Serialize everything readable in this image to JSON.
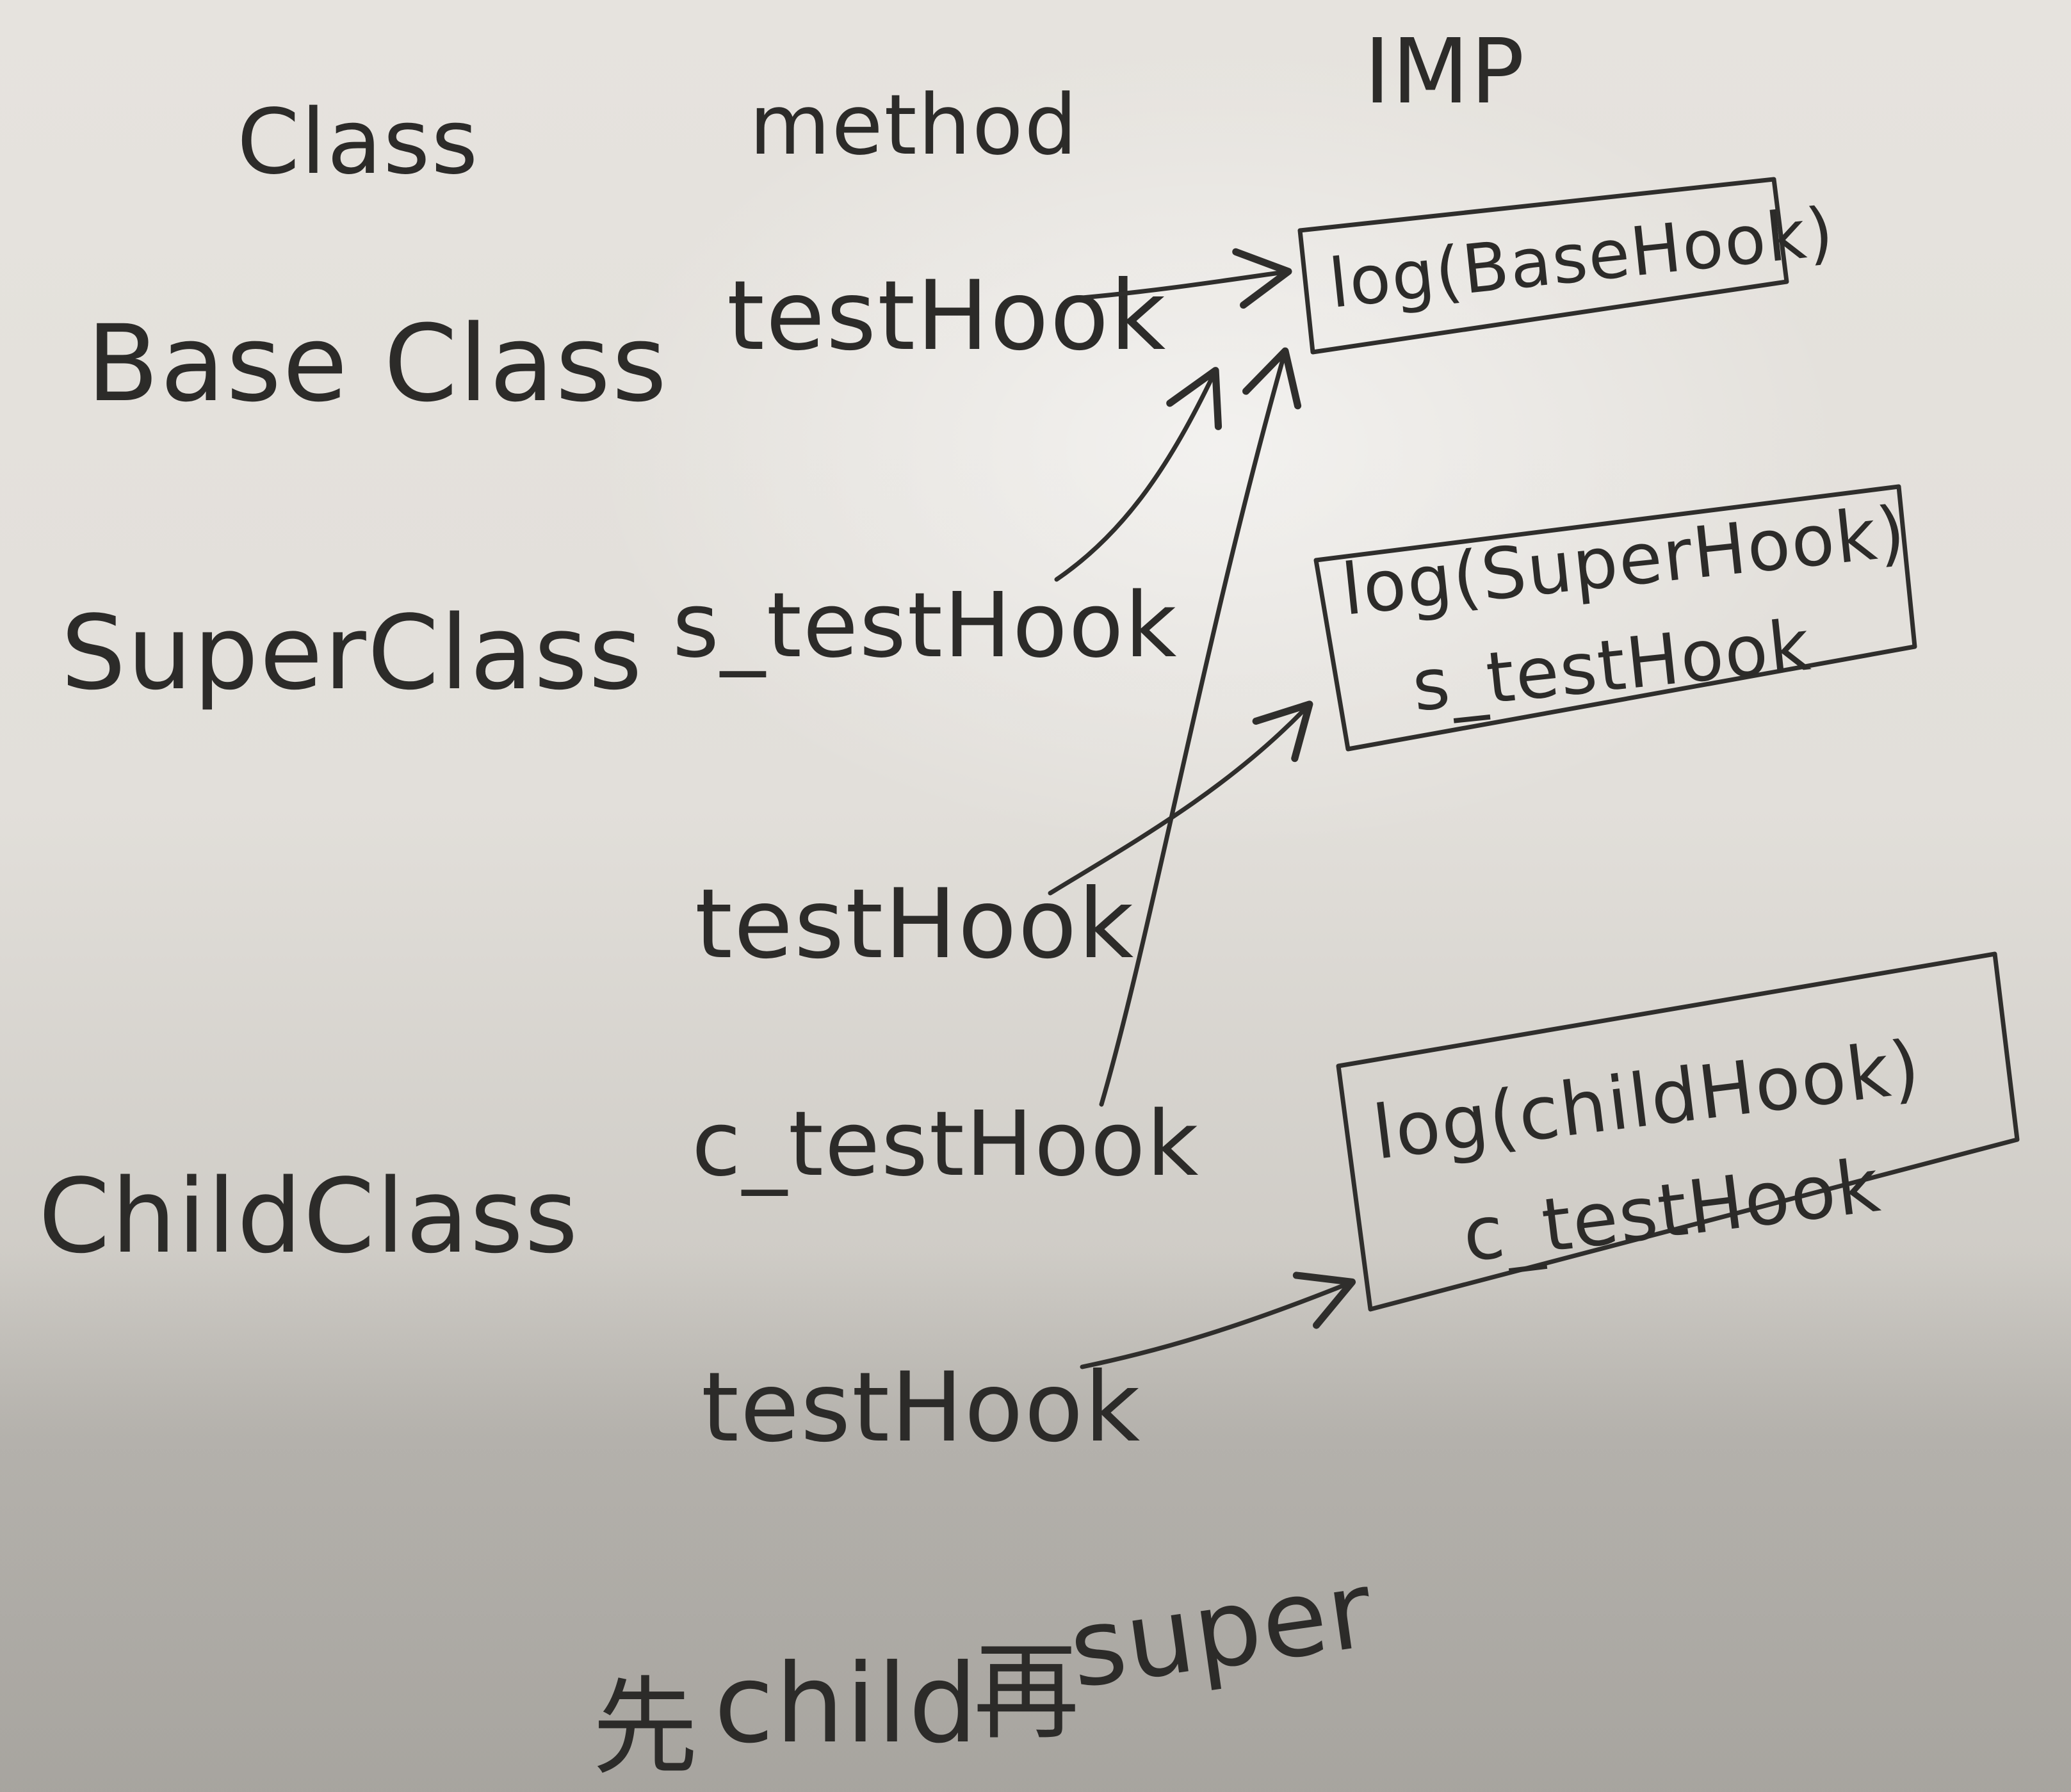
{
  "headers": {
    "class": "Class",
    "method": "method",
    "imp": "IMP"
  },
  "classes": {
    "base": "Base Class",
    "super": "SuperClass",
    "child": "ChildClass"
  },
  "methods": {
    "base_testhook": "testHook",
    "super_s_testhook": "s_testHook",
    "super_testhook": "testHook",
    "child_c_testhook": "c_testHook",
    "child_testhook": "testHook"
  },
  "imps": {
    "base": {
      "line1": "log(BaseHook)"
    },
    "super": {
      "line1": "log(SuperHook)",
      "line2": "s_testHook"
    },
    "child": {
      "line1": "log(childHook)",
      "line2": "c_testHook"
    }
  },
  "footer": {
    "prefix": "先",
    "child": "child",
    "middle": "再",
    "super": "super"
  }
}
